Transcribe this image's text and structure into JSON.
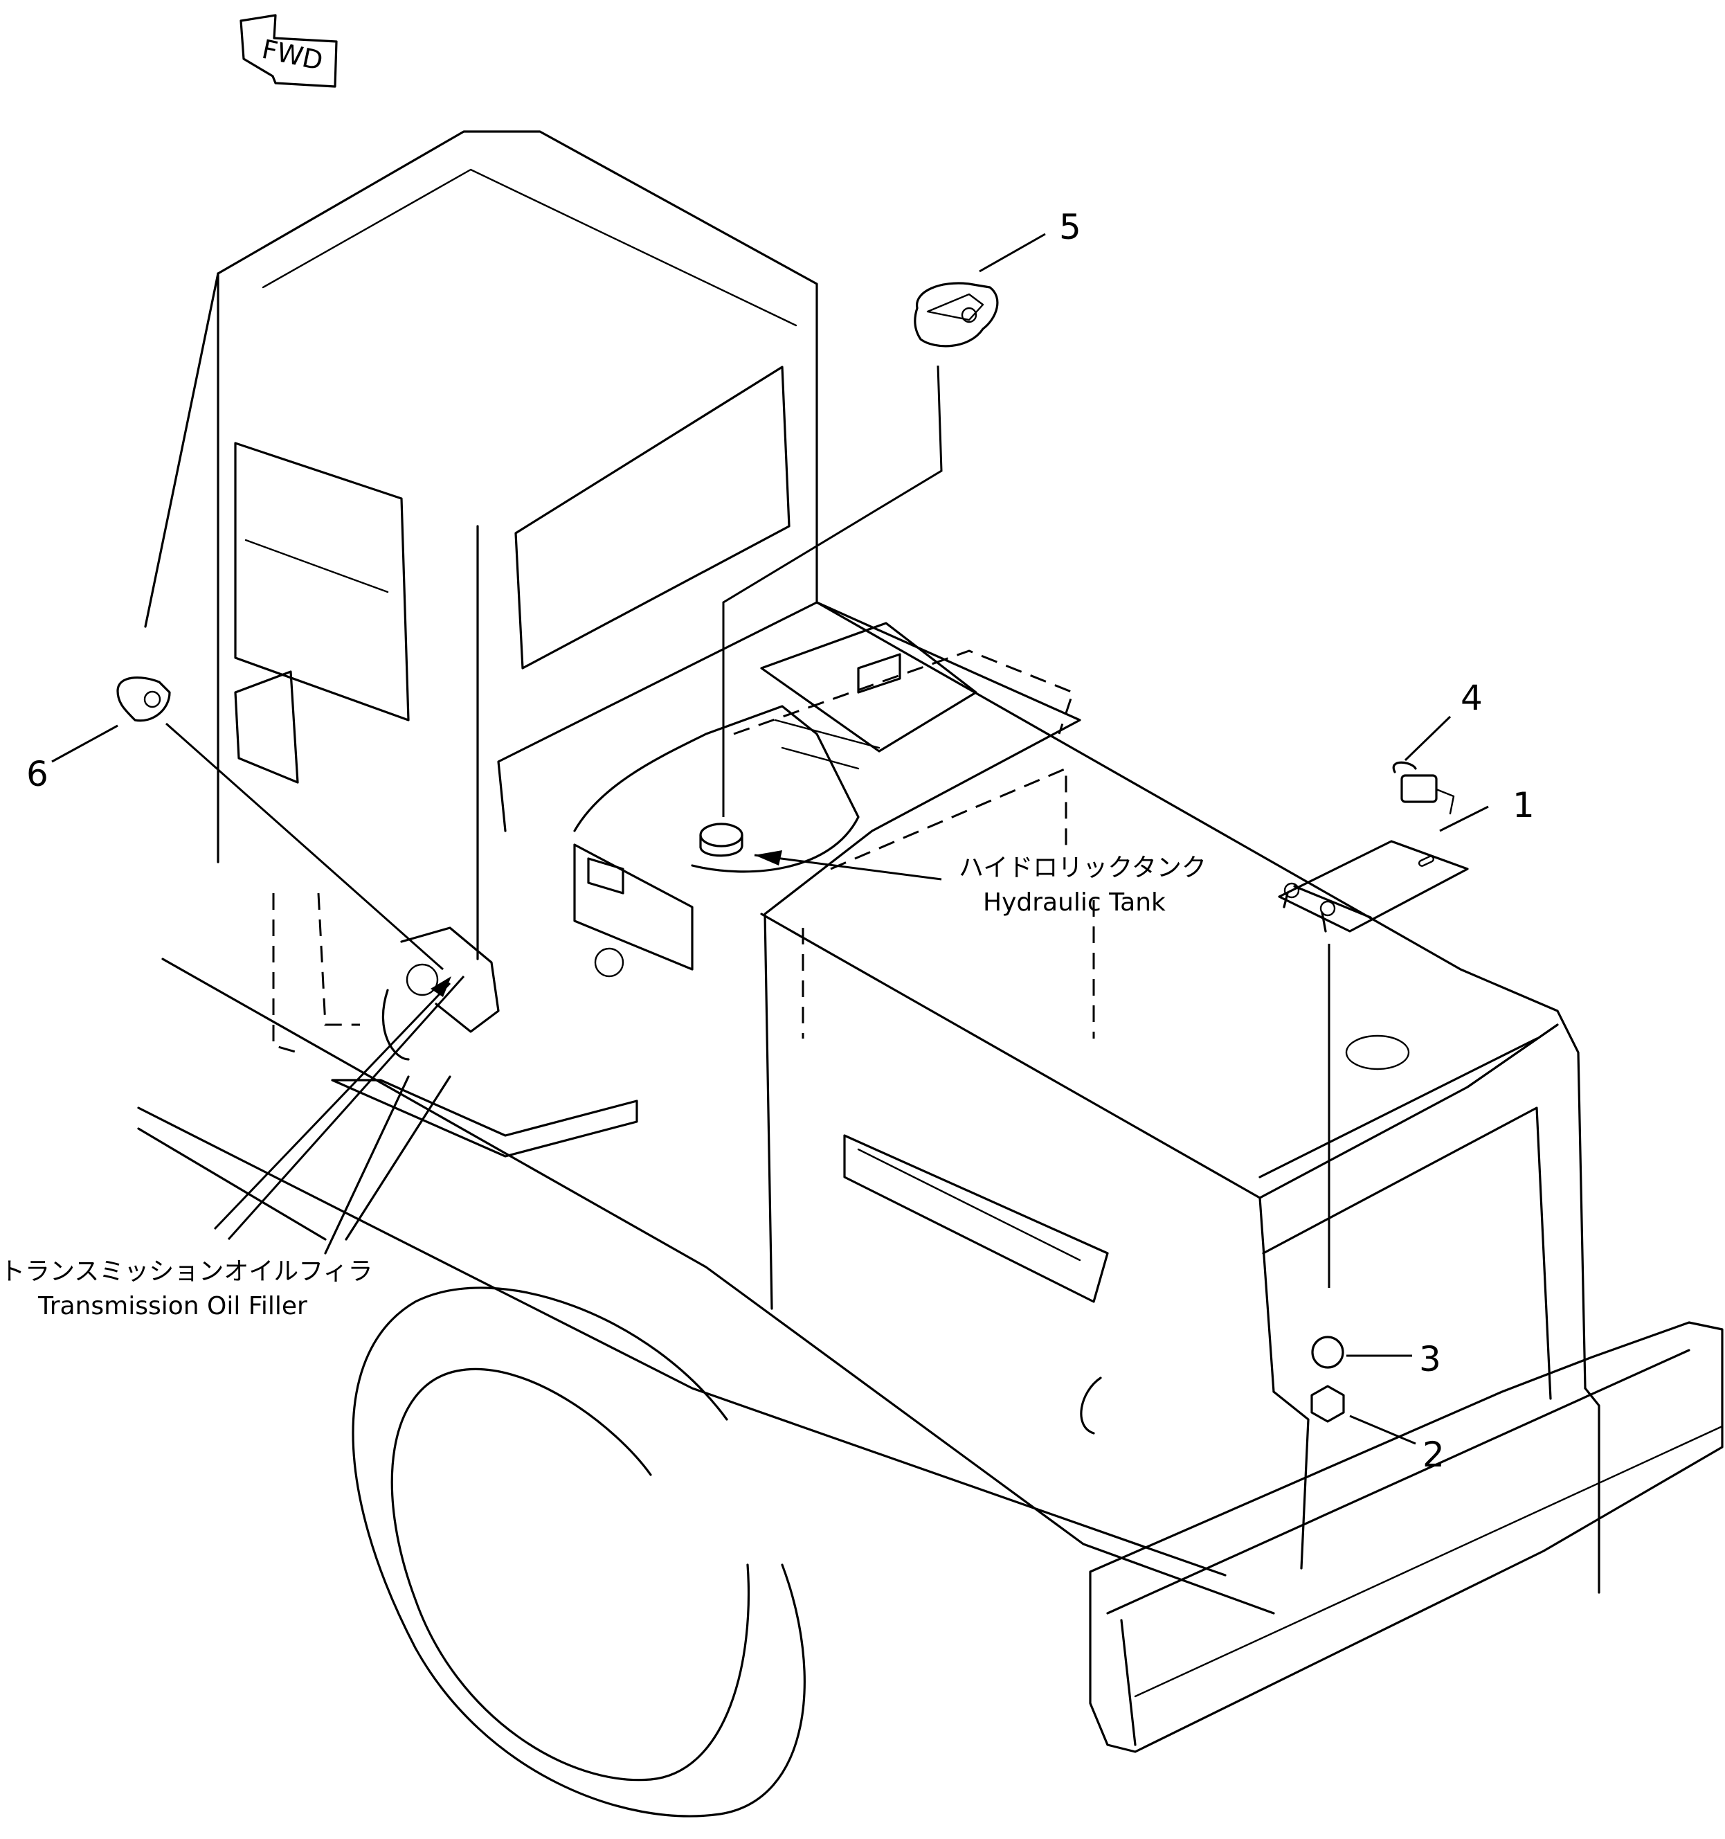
{
  "direction_badge": {
    "text": "FWD",
    "icon": "forward-arrow-icon"
  },
  "callouts": [
    {
      "number": "1",
      "part": "cover-plate"
    },
    {
      "number": "2",
      "part": "nut"
    },
    {
      "number": "3",
      "part": "washer"
    },
    {
      "number": "4",
      "part": "padlock"
    },
    {
      "number": "5",
      "part": "hydraulic-tank-cap"
    },
    {
      "number": "6",
      "part": "transmission-filler-cap"
    }
  ],
  "labels": {
    "hydraulic_tank_jp": "ハイドロリックタンク",
    "hydraulic_tank_en": "Hydraulic Tank",
    "transmission_filler_jp": "トランスミッションオイルフィラ",
    "transmission_filler_en": "Transmission Oil Filler"
  }
}
